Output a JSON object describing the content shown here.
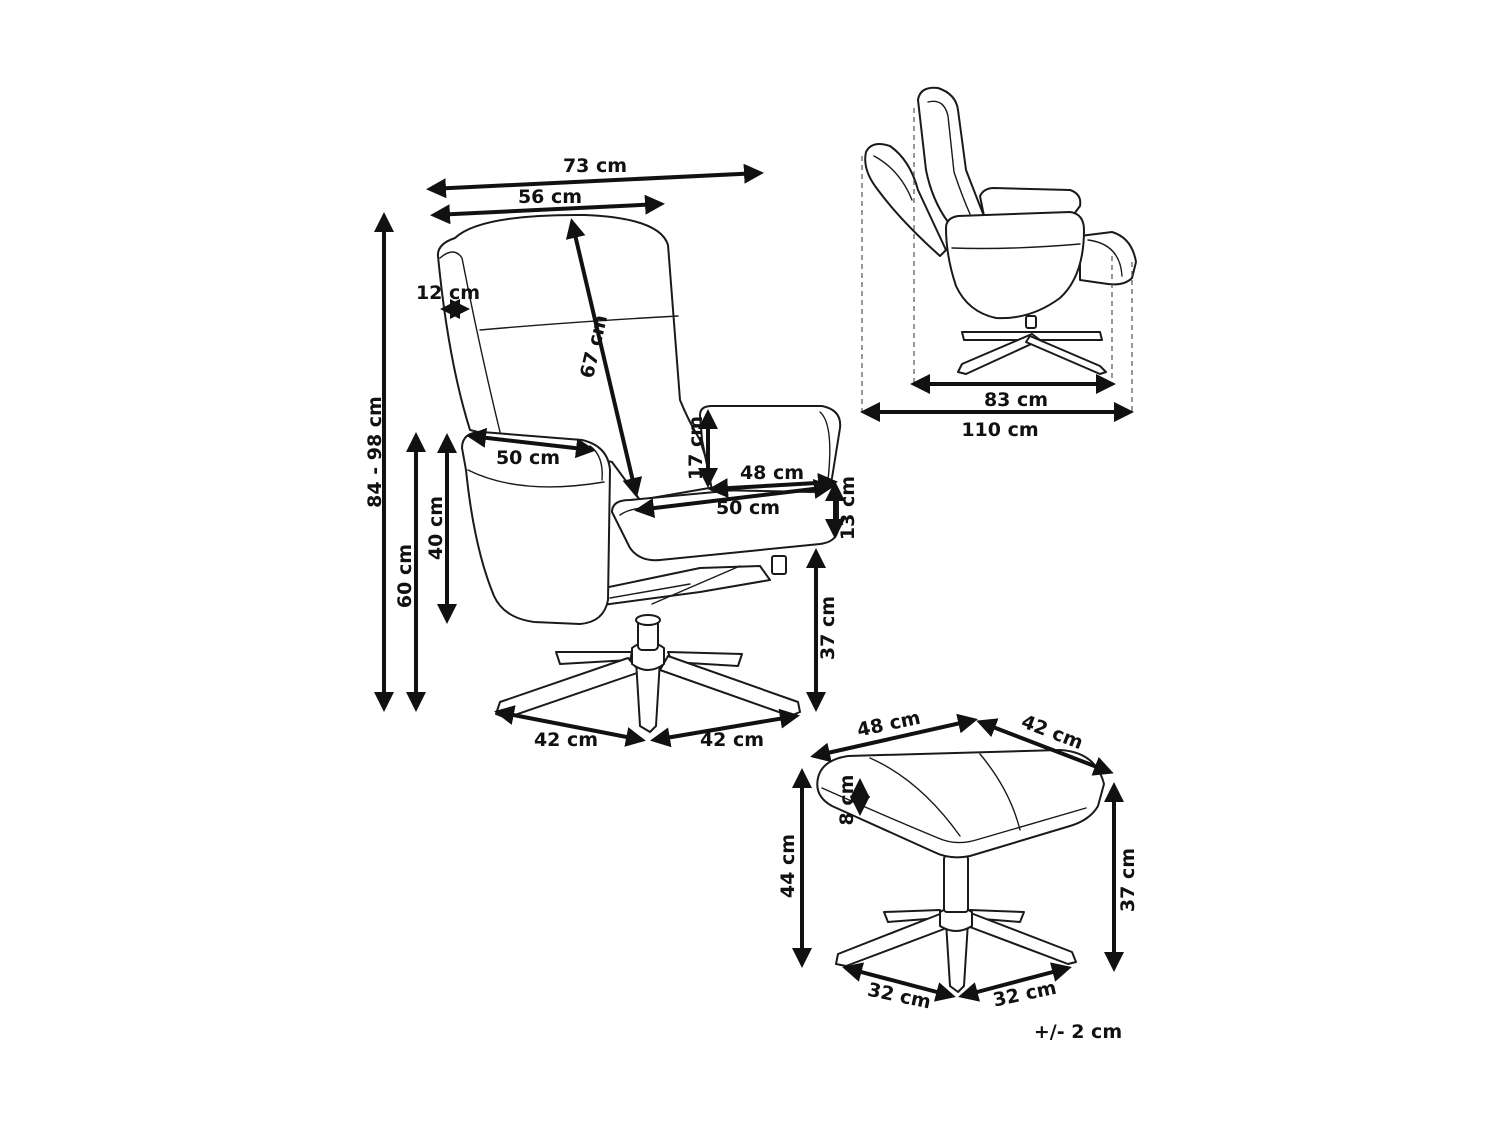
{
  "dimensions": {
    "chair_width": "73 cm",
    "backrest_width": "56 cm",
    "back_side_depth": "12 cm",
    "backrest_height": "67 cm",
    "total_height": "84 - 98 cm",
    "armrest_height": "60 cm",
    "armrest_side_height": "40 cm",
    "armrest_depth": "50 cm",
    "armrest_above_seat": "17 cm",
    "seat_width": "48 cm",
    "seat_depth": "50 cm",
    "seat_thickness": "13 cm",
    "seat_height": "37 cm",
    "base_leg_left": "42 cm",
    "base_leg_right": "42 cm",
    "side_depth": "83 cm",
    "side_depth_reclined": "110 cm",
    "footstool_width": "48 cm",
    "footstool_depth": "42 cm",
    "footstool_cushion": "8 cm",
    "footstool_total_height": "44 cm",
    "footstool_height": "37 cm",
    "footstool_leg_left": "32 cm",
    "footstool_leg_right": "32 cm"
  },
  "tolerance": "+/- 2 cm",
  "colors": {
    "line": "#1a1a1a",
    "fill": "#ffffff"
  }
}
